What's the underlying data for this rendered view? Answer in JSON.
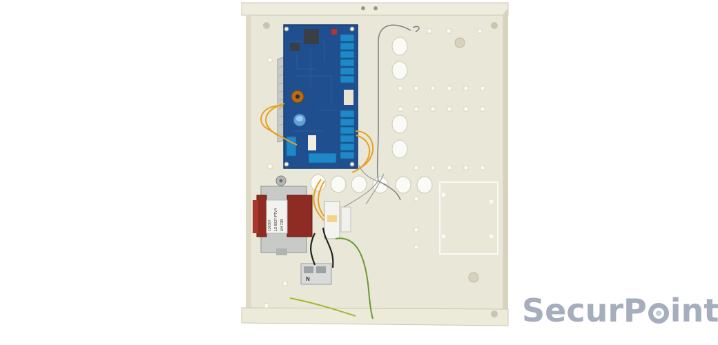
{
  "image": {
    "subject": "alarm-control-panel-enclosure",
    "colors": {
      "enclosure": "#e8e6d6",
      "enclosure_shade": "#d7d4c0",
      "pcb": "#1f4f8f",
      "terminal": "#1e88c8",
      "transformer_coil": "#8e2b22",
      "wire_orange": "#e8a020",
      "wire_yellow_green": "#6b9a2e",
      "logo": "#a6adbd"
    }
  },
  "transformer": {
    "label_line_1": "136367",
    "label_line_2": "LS-8027-PTV4",
    "label_line_3": "UH    72B"
  },
  "terminal_block": {
    "label": "N"
  },
  "logo": {
    "text_before": "Secur",
    "text_p": "P",
    "text_after": "int"
  }
}
